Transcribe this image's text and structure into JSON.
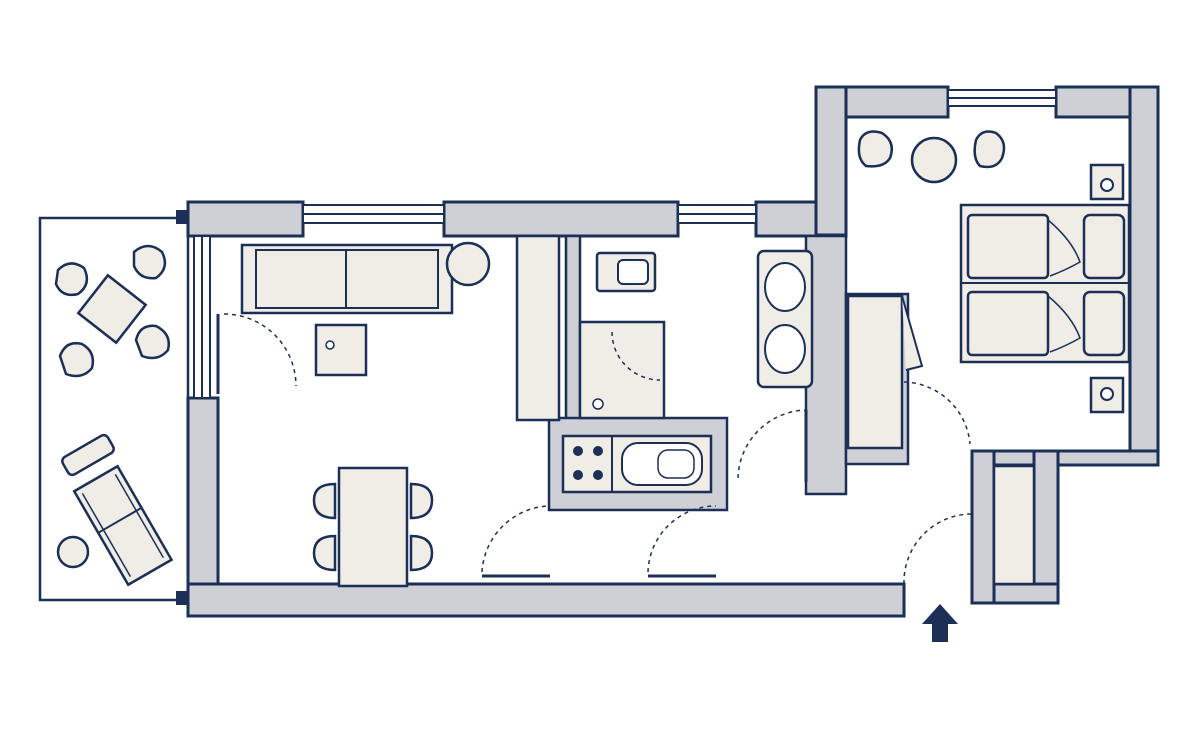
{
  "floor_plan": {
    "title": "",
    "colors": {
      "background": "#ffffff",
      "wall_fill": "#ced0d5",
      "line": "#1b2f57",
      "furniture_fill": "#efede6"
    },
    "rooms": [
      "terrace",
      "living-dining",
      "kitchenette",
      "bathroom",
      "bedroom",
      "hallway"
    ],
    "entrance_marker": "arrow-up-icon",
    "labels_visible": false
  }
}
